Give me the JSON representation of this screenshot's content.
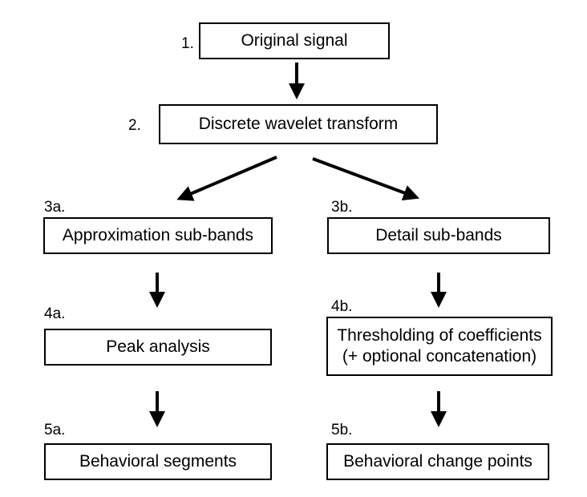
{
  "nodes": {
    "original": {
      "step": "1.",
      "label": "Original signal"
    },
    "dwt": {
      "step": "2.",
      "label": "Discrete wavelet transform"
    },
    "approx": {
      "step": "3a.",
      "label": "Approximation sub-bands"
    },
    "detail": {
      "step": "3b.",
      "label": "Detail sub-bands"
    },
    "peak": {
      "step": "4a.",
      "label": "Peak analysis"
    },
    "threshold": {
      "step": "4b.",
      "label_line1": "Thresholding of coefficients",
      "label_line2": "(+ optional concatenation)"
    },
    "segments": {
      "step": "5a.",
      "label": "Behavioral segments"
    },
    "changepoints": {
      "step": "5b.",
      "label": "Behavioral change points"
    }
  },
  "colors": {
    "stroke": "#000000",
    "background": "#ffffff"
  }
}
